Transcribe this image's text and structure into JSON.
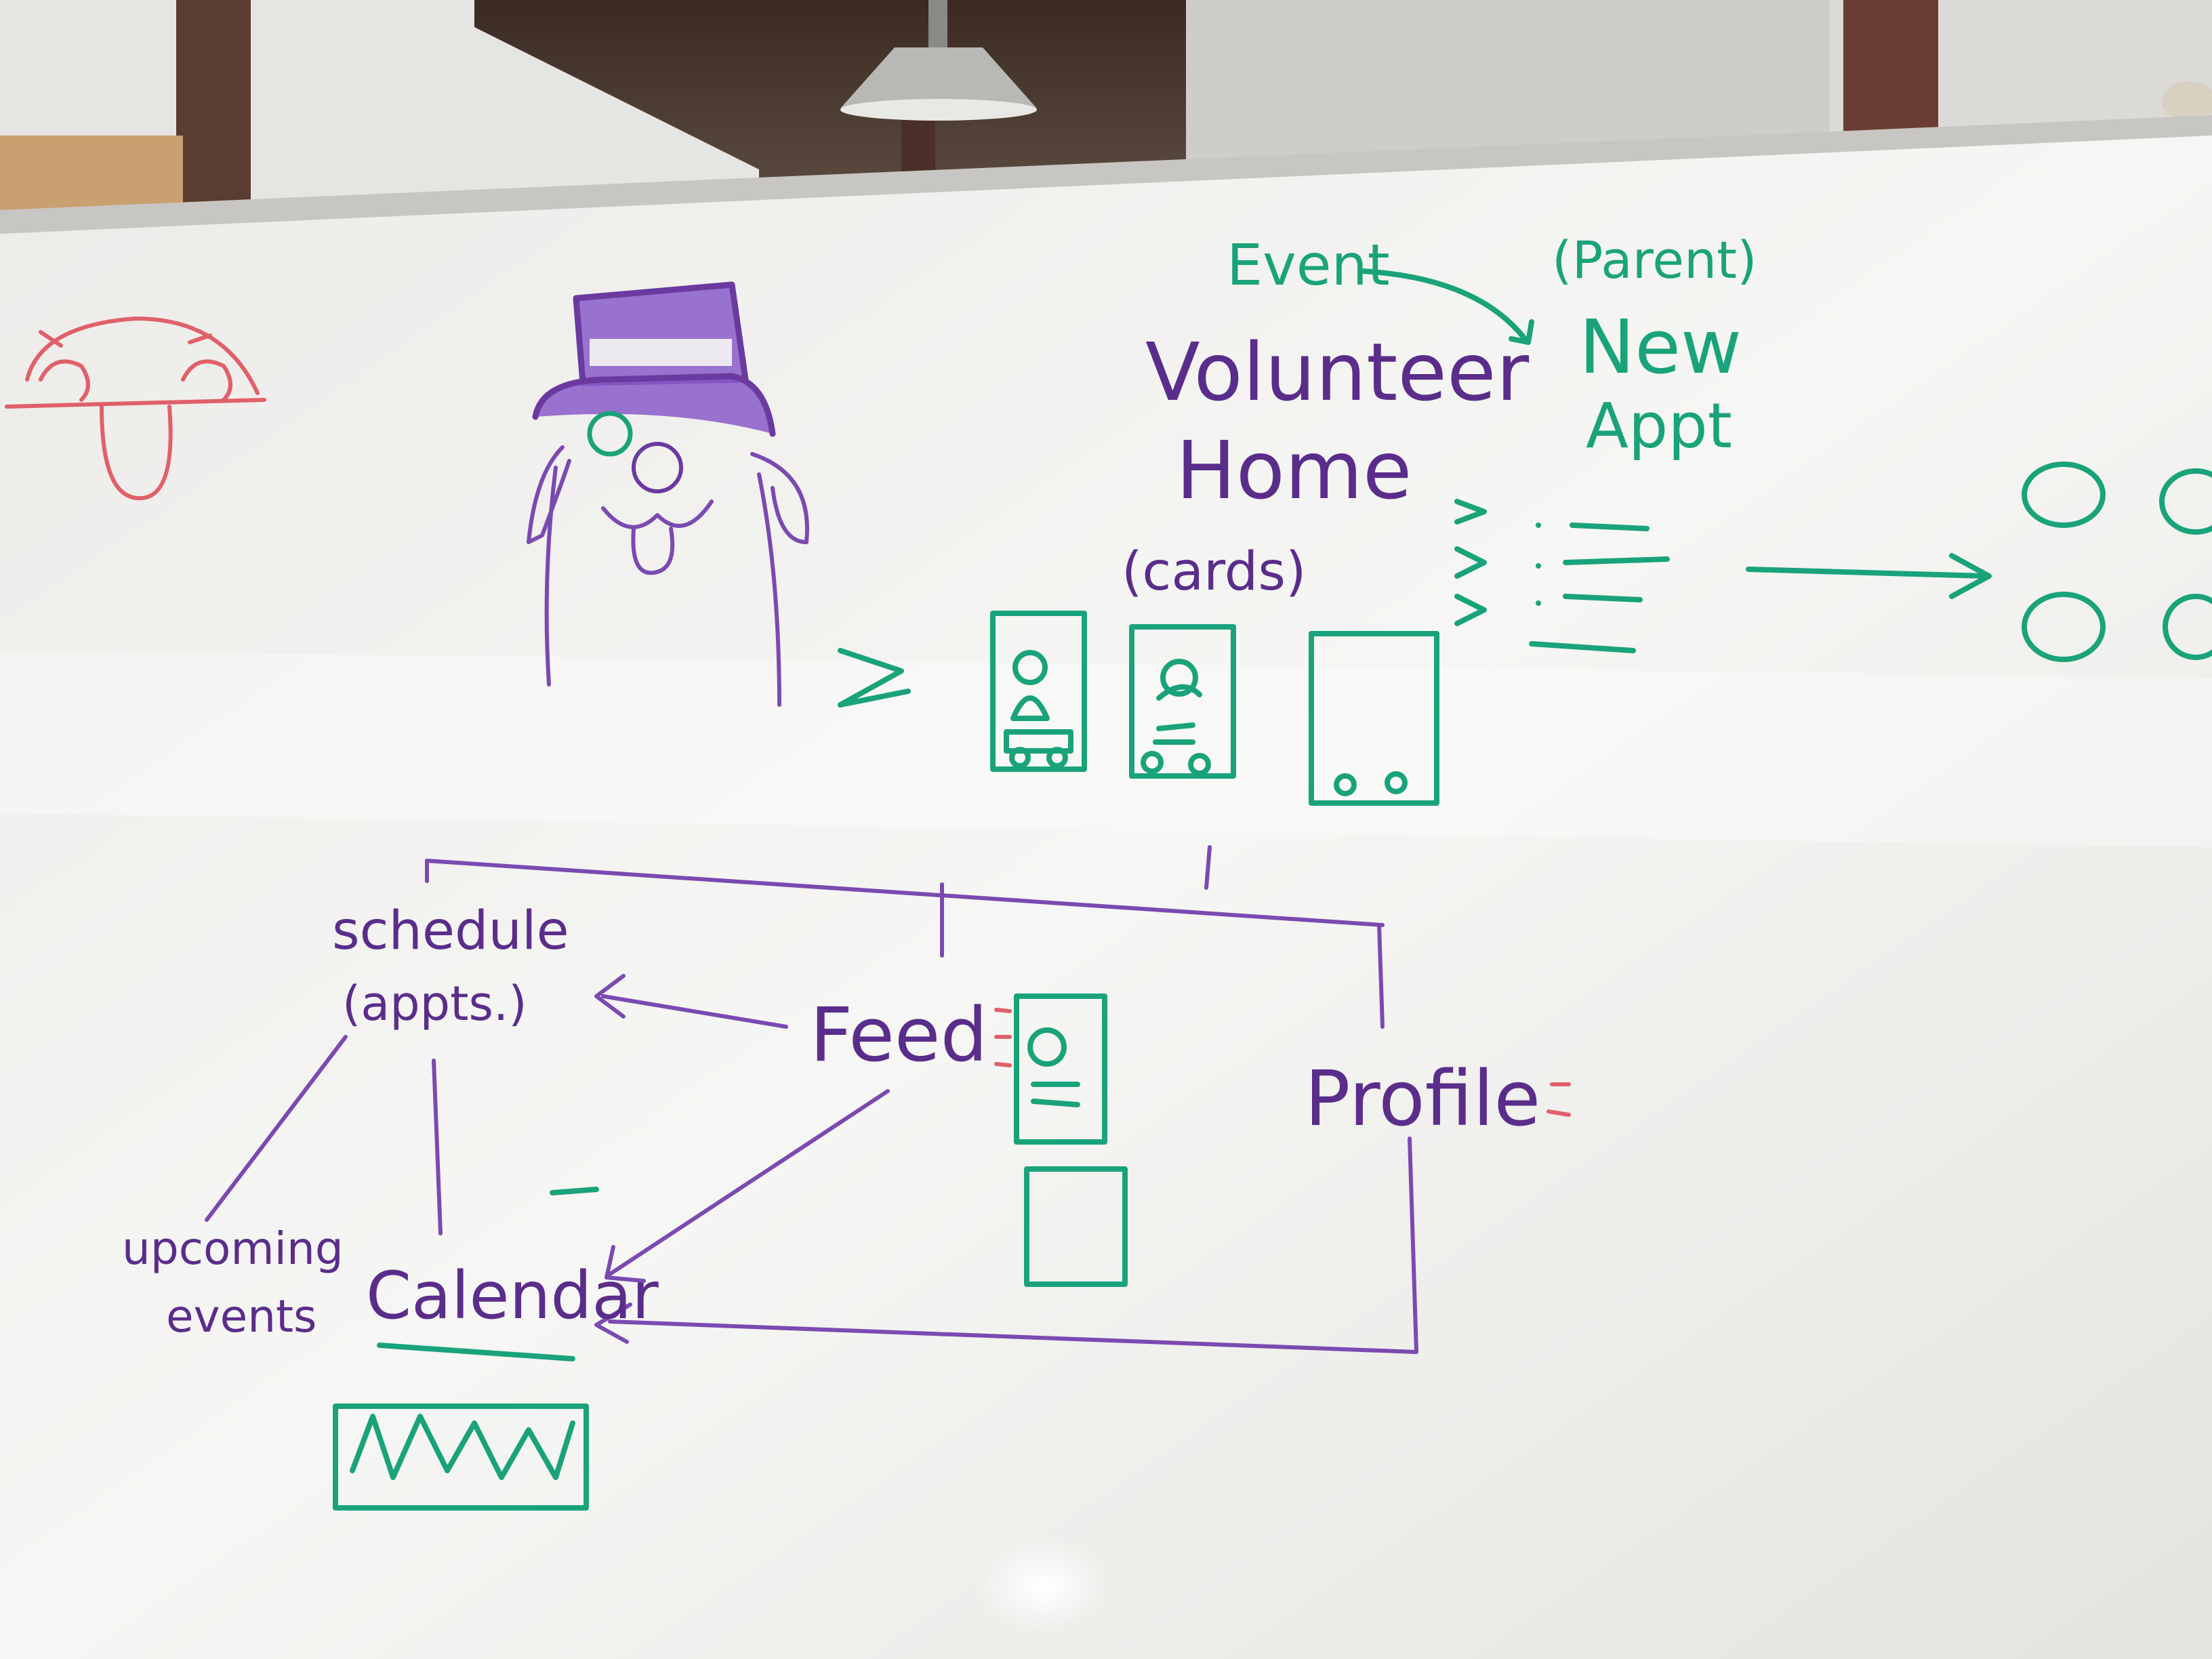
{
  "whiteboard": {
    "title_line1": "Volunteer",
    "title_line2": "Home",
    "title_note": "(cards)",
    "event_label": "Event",
    "parent_label": "(Parent)",
    "new_label": "New",
    "appt_label": "Appt",
    "schedule_label": "schedule",
    "appts_label": "(appts.)",
    "feed_label": "Feed",
    "profile_label": "Profile",
    "calendar_label": "Calendar",
    "upcoming_label": "upcoming",
    "events_label": "events"
  },
  "colors": {
    "board": "#f4f4f2",
    "purple_marker": "#5a2d8a",
    "teal_marker": "#1aa37a",
    "red_marker": "#e0606a"
  }
}
